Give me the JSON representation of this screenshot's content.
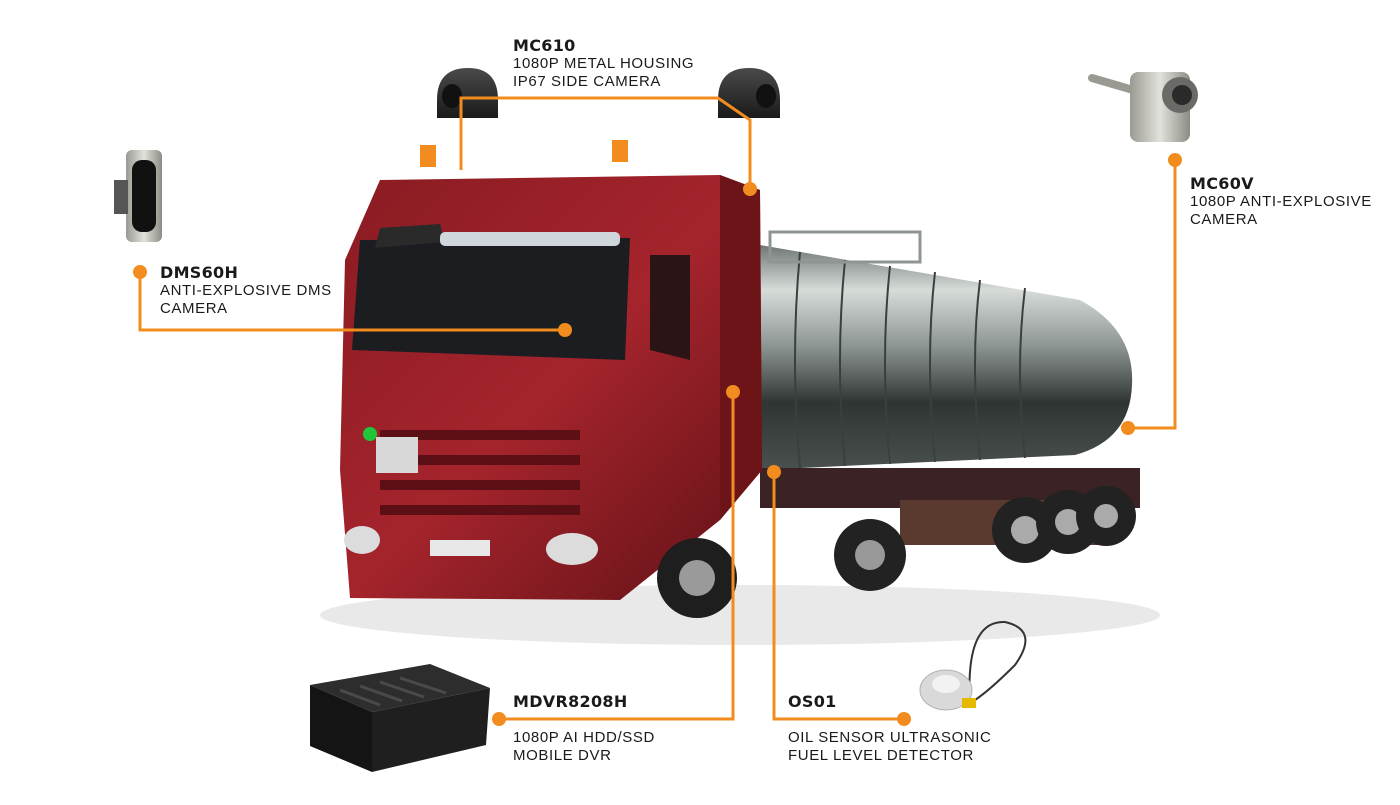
{
  "accent_color": "#F28C1E",
  "products": {
    "mc610": {
      "name": "MC610",
      "lines": [
        "1080P METAL HOUSING",
        "IP67 SIDE CAMERA"
      ]
    },
    "mc60v": {
      "name": "MC60V",
      "lines": [
        "1080P ANTI-EXPLOSIVE",
        "CAMERA"
      ]
    },
    "dms60h": {
      "name": "DMS60H",
      "lines": [
        "ANTI-EXPLOSIVE DMS",
        "CAMERA"
      ]
    },
    "mdvr8208h": {
      "name": "MDVR8208H",
      "lines": [
        "1080P AI HDD/SSD",
        "MOBILE DVR"
      ]
    },
    "os01": {
      "name": "OS01",
      "lines": [
        "OIL SENSOR ULTRASONIC",
        "FUEL LEVEL DETECTOR"
      ]
    }
  }
}
